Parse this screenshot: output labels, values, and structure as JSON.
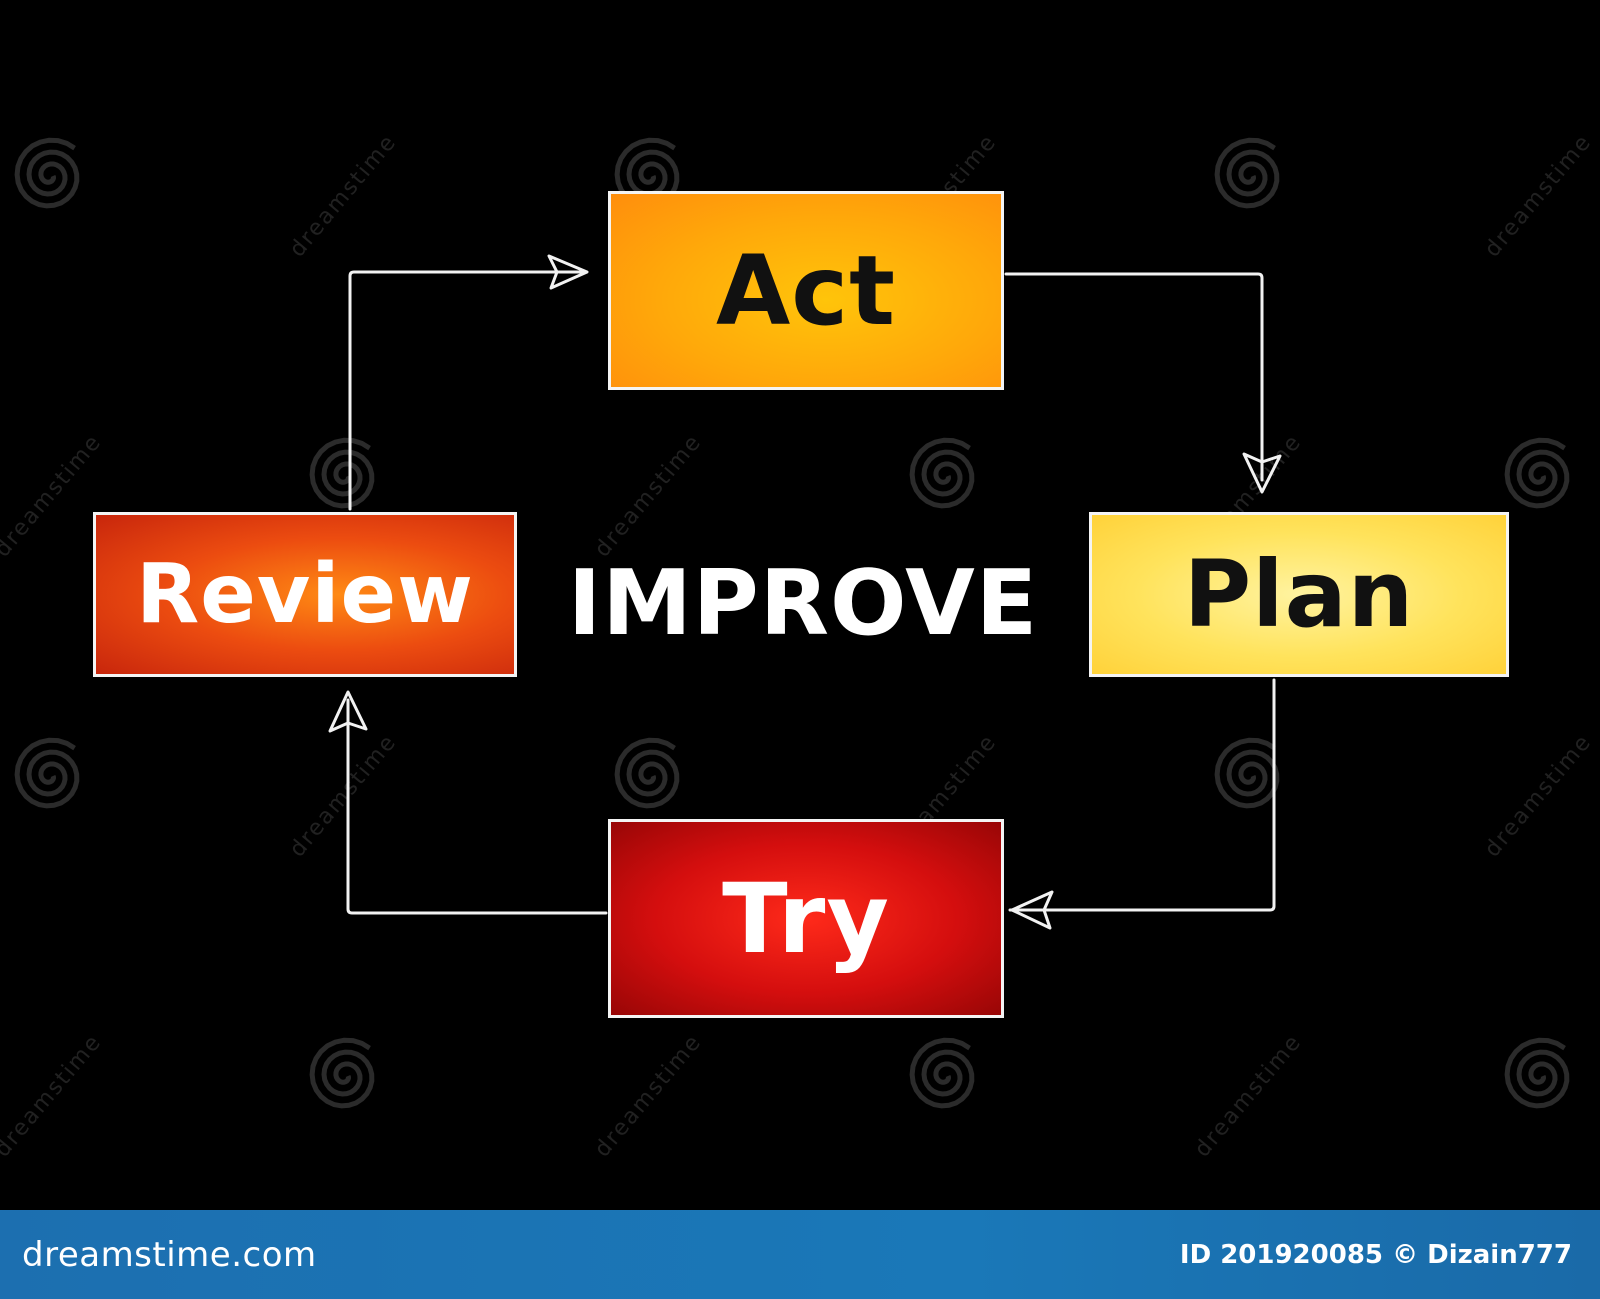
{
  "diagram": {
    "center": "IMPROVE",
    "steps": {
      "act": "Act",
      "plan": "Plan",
      "try": "Try",
      "review": "Review"
    }
  },
  "watermark": {
    "text": "dreamstime"
  },
  "footer": {
    "brand": "dreamstime.com",
    "id_credit": "ID 201920085 © Dizain777"
  },
  "colors": {
    "background": "#000000",
    "act": "#ffb30a",
    "plan": "#ffe35c",
    "try": "#d40e0e",
    "review": "#ec4c10",
    "footer": "#1a74b4"
  }
}
